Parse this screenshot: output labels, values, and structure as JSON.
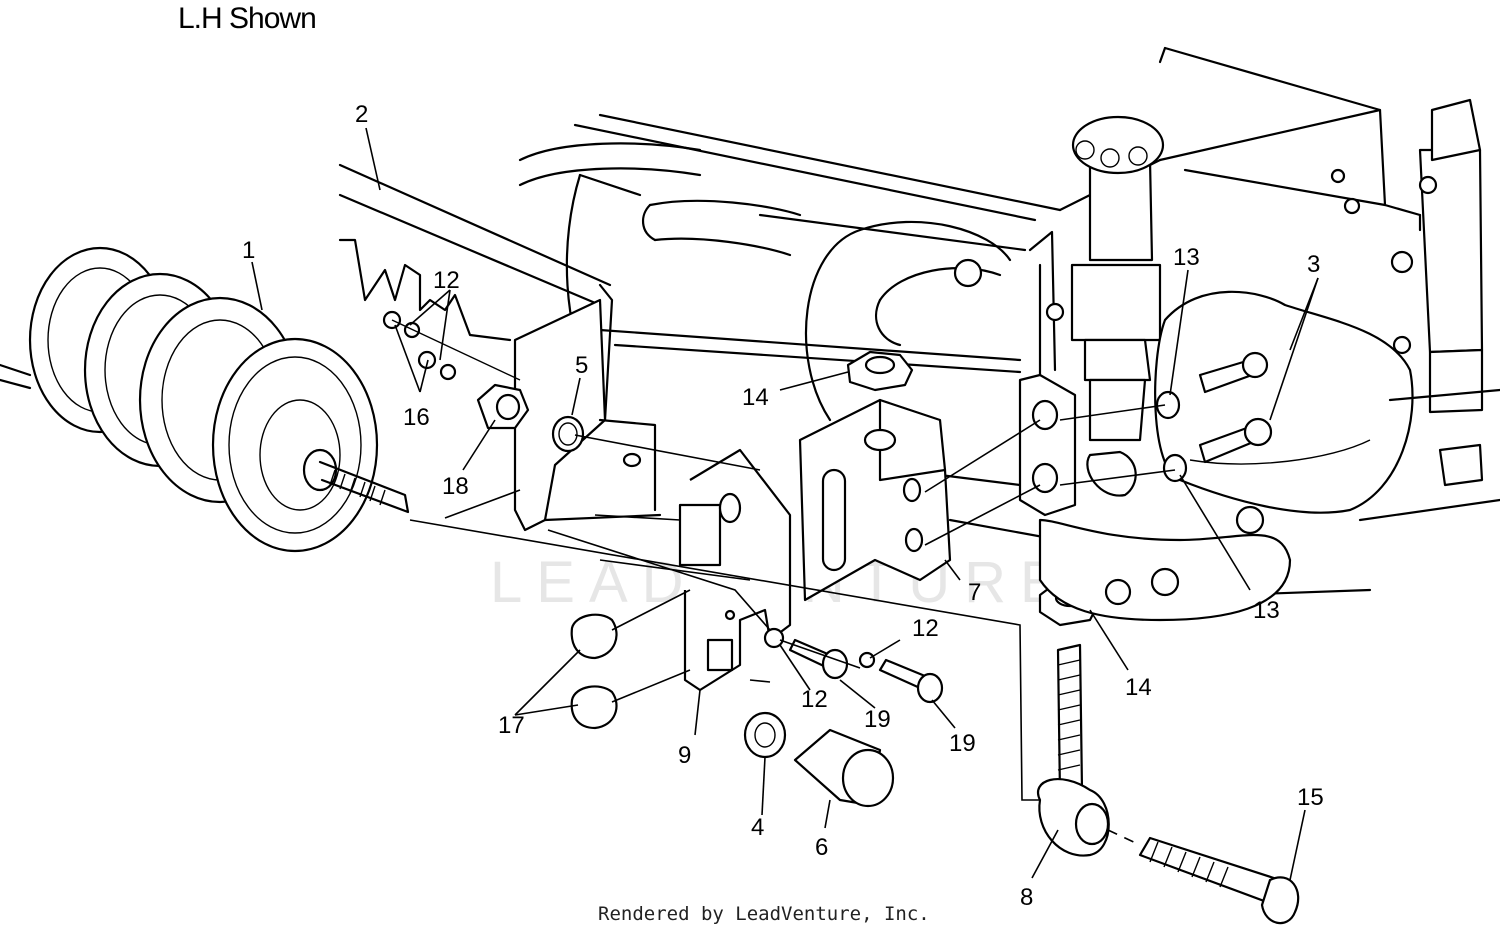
{
  "diagram": {
    "title": "L.H Shown",
    "footer": "Rendered by LeadVenture, Inc.",
    "watermark": "LEADVENTURE",
    "callouts": [
      {
        "id": "c1",
        "label": "1"
      },
      {
        "id": "c2",
        "label": "2"
      },
      {
        "id": "c3",
        "label": "3"
      },
      {
        "id": "c4",
        "label": "4"
      },
      {
        "id": "c5",
        "label": "5"
      },
      {
        "id": "c6",
        "label": "6"
      },
      {
        "id": "c7",
        "label": "7"
      },
      {
        "id": "c8",
        "label": "8"
      },
      {
        "id": "c9",
        "label": "9"
      },
      {
        "id": "c12a",
        "label": "12"
      },
      {
        "id": "c12b",
        "label": "12"
      },
      {
        "id": "c12c",
        "label": "12"
      },
      {
        "id": "c13a",
        "label": "13"
      },
      {
        "id": "c13b",
        "label": "13"
      },
      {
        "id": "c14a",
        "label": "14"
      },
      {
        "id": "c14b",
        "label": "14"
      },
      {
        "id": "c15",
        "label": "15"
      },
      {
        "id": "c16",
        "label": "16"
      },
      {
        "id": "c17",
        "label": "17"
      },
      {
        "id": "c18",
        "label": "18"
      },
      {
        "id": "c19a",
        "label": "19"
      },
      {
        "id": "c19b",
        "label": "19"
      }
    ]
  }
}
